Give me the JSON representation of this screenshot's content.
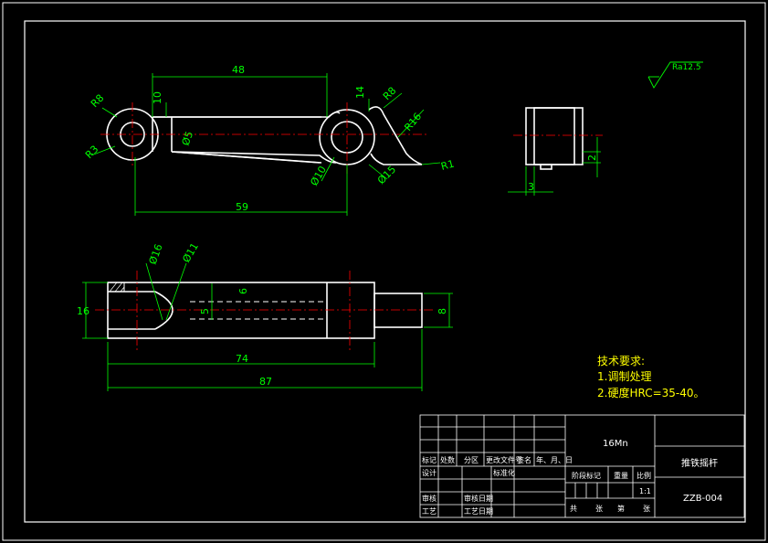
{
  "colors": {
    "background": "#000000",
    "outline": "#ffffff",
    "dimension": "#00ff00",
    "centerline": "#ff0000",
    "note": "#ffff00"
  },
  "dims": {
    "front_length_48": "48",
    "front_height_10": "10",
    "front_14": "14",
    "front_r8_left": "R8",
    "front_r3": "R3",
    "front_phi5": "Ø5",
    "front_r8_right": "R8",
    "front_r16": "R16",
    "front_r1": "R1",
    "front_phi10": "Ø10",
    "front_phi15": "Ø15",
    "front_59": "59",
    "side_3": "3",
    "side_2": "2",
    "surface_finish": "Ra12.5",
    "top_phi16": "Ø16",
    "top_phi11": "Ø11",
    "top_16": "16",
    "top_6": "6",
    "top_5": "5",
    "top_8": "8",
    "top_74": "74",
    "top_87": "87"
  },
  "notes": {
    "title": "技术要求:",
    "line1": "1.调制处理",
    "line2": "2.硬度HRC=35-40。"
  },
  "title_block": {
    "material": "16Mn",
    "part_name": "推铁摇杆",
    "drawing_no": "ZZB-004",
    "h_mark": "标记",
    "h_count": "处数",
    "h_zone": "分区",
    "h_docno": "更改文件号",
    "h_sign": "签名",
    "h_date": "年、月、日",
    "design": "设计",
    "standardize": "标准化",
    "review": "审核",
    "process": "工艺",
    "date_a": "审核日期",
    "date_b": "工艺日期",
    "stage_mark": "阶段标记",
    "weight": "重量",
    "scale": "比例",
    "scale_value": "1:1",
    "sheets_total": "共",
    "sheets_label1": "张",
    "sheets_num": "第",
    "sheets_label2": "张"
  }
}
